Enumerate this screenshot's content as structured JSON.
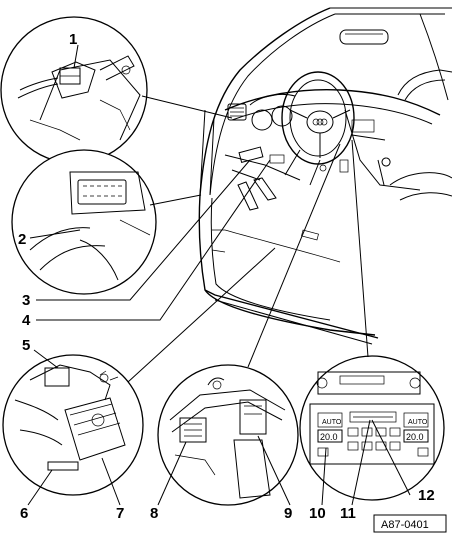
{
  "diagram": {
    "reference_code": "A87-0401",
    "callouts": [
      {
        "id": "1",
        "label": "1"
      },
      {
        "id": "2",
        "label": "2"
      },
      {
        "id": "3",
        "label": "3"
      },
      {
        "id": "4",
        "label": "4"
      },
      {
        "id": "5",
        "label": "5"
      },
      {
        "id": "6",
        "label": "6"
      },
      {
        "id": "7",
        "label": "7"
      },
      {
        "id": "8",
        "label": "8"
      },
      {
        "id": "9",
        "label": "9"
      },
      {
        "id": "10",
        "label": "10"
      },
      {
        "id": "11",
        "label": "11"
      },
      {
        "id": "12",
        "label": "12"
      }
    ],
    "display_values": {
      "left_temp": "20.0",
      "right_temp": "20.0",
      "auto_left": "AUTO",
      "auto_right": "AUTO"
    }
  }
}
